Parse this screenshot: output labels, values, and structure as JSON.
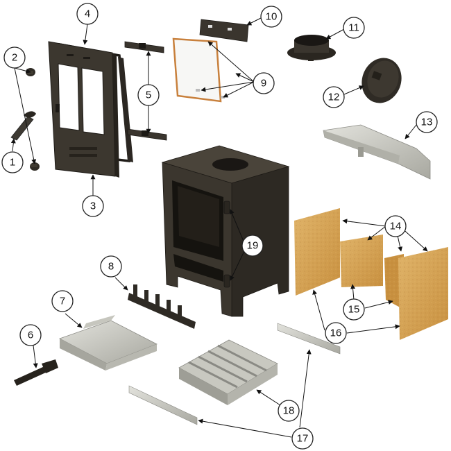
{
  "colors": {
    "stove_body": "#3f3a31",
    "stove_dark": "#26221c",
    "firebrick": "#d4a35a",
    "metal_light": "#c9c9c2",
    "gasket": "#c8803c"
  },
  "callouts": [
    {
      "id": "1",
      "label": "1"
    },
    {
      "id": "2",
      "label": "2"
    },
    {
      "id": "3",
      "label": "3"
    },
    {
      "id": "4",
      "label": "4"
    },
    {
      "id": "5",
      "label": "5"
    },
    {
      "id": "6",
      "label": "6"
    },
    {
      "id": "7",
      "label": "7"
    },
    {
      "id": "8",
      "label": "8"
    },
    {
      "id": "9",
      "label": "9"
    },
    {
      "id": "10",
      "label": "10"
    },
    {
      "id": "11",
      "label": "11"
    },
    {
      "id": "12",
      "label": "12"
    },
    {
      "id": "13",
      "label": "13"
    },
    {
      "id": "14",
      "label": "14"
    },
    {
      "id": "15",
      "label": "15"
    },
    {
      "id": "16",
      "label": "16"
    },
    {
      "id": "17",
      "label": "17"
    },
    {
      "id": "18",
      "label": "18"
    },
    {
      "id": "19",
      "label": "19"
    }
  ]
}
